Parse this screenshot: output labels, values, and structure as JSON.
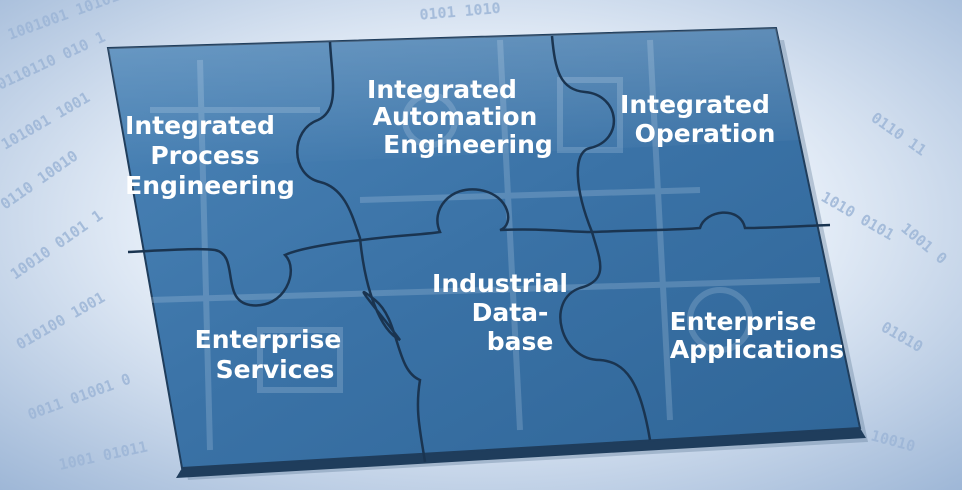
{
  "pieces": [
    {
      "id": "integrated-process-engineering",
      "lines": [
        "Integrated",
        "Process",
        "Engineering"
      ]
    },
    {
      "id": "integrated-automation-engineering",
      "lines": [
        "Integrated",
        "Automation",
        "Engineering"
      ]
    },
    {
      "id": "integrated-operation",
      "lines": [
        "Integrated",
        "Operation"
      ]
    },
    {
      "id": "enterprise-services",
      "lines": [
        "Enterprise",
        "Services"
      ]
    },
    {
      "id": "industrial-database",
      "lines": [
        "Industrial",
        "Data-",
        "base"
      ]
    },
    {
      "id": "enterprise-applications",
      "lines": [
        "Enterprise",
        "Applications"
      ]
    }
  ],
  "colors": {
    "piece_fill": "#3e79ad",
    "piece_edge": "#2c5a85",
    "seam": "#1a3450",
    "background": "#dce8f4",
    "text": "#ffffff"
  }
}
